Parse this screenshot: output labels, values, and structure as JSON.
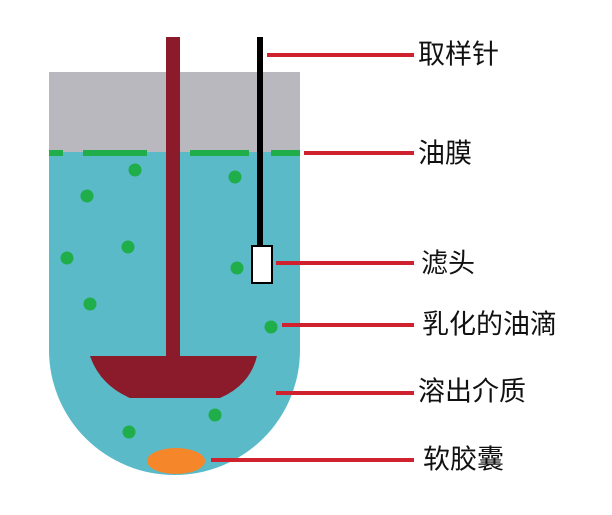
{
  "diagram": {
    "labels": {
      "sampling_needle": "取样针",
      "oil_film": "油膜",
      "filter_head": "滤头",
      "emulsified_oil_droplets": "乳化的油滴",
      "dissolution_medium": "溶出介质",
      "soft_capsule": "软胶囊"
    },
    "colors": {
      "headspace": "#b9b8bf",
      "medium": "#5bbac8",
      "oil": "#1fae4a",
      "paddle": "#8b1a2b",
      "needle": "#000000",
      "filter": "#ffffff",
      "capsule": "#f5862a",
      "leader": "#d0222e"
    }
  }
}
